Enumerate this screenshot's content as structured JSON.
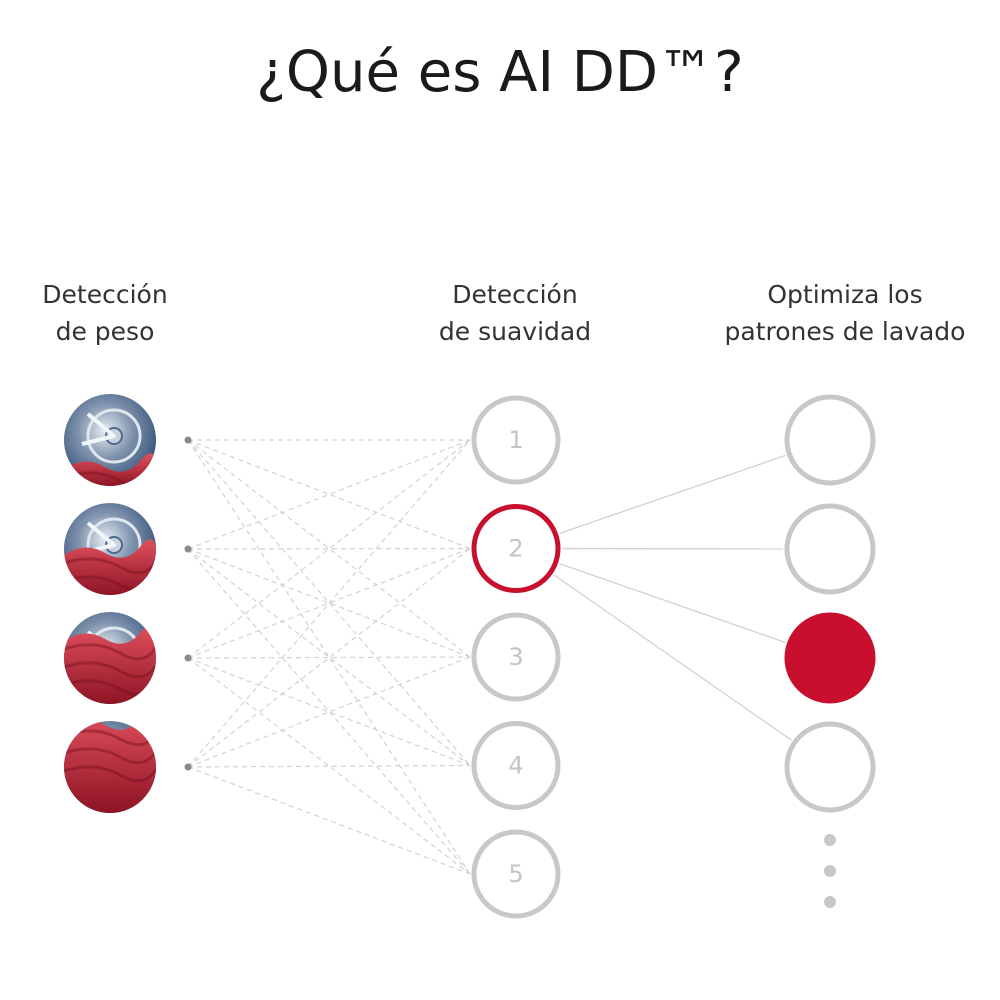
{
  "title": "¿Qué es AI DD™?",
  "columns": {
    "weight": {
      "line1": "Detección",
      "line2": "de peso"
    },
    "softness": {
      "line1": "Detección",
      "line2": "de suavidad"
    },
    "optimize": {
      "line1": "Optimiza los",
      "line2": "patrones de lavado"
    }
  },
  "weight_levels": [
    {
      "fill_level": 0.25
    },
    {
      "fill_level": 0.5
    },
    {
      "fill_level": 0.75
    },
    {
      "fill_level": 1.0
    }
  ],
  "softness_nodes": [
    {
      "label": "1",
      "selected": false
    },
    {
      "label": "2",
      "selected": true
    },
    {
      "label": "3",
      "selected": false
    },
    {
      "label": "4",
      "selected": false
    },
    {
      "label": "5",
      "selected": false
    }
  ],
  "pattern_nodes": [
    {
      "selected": false
    },
    {
      "selected": false
    },
    {
      "selected": true
    },
    {
      "selected": false
    }
  ],
  "colors": {
    "accent": "#c8102e",
    "node_ring": "#c8c8c8",
    "line": "#d2d2d2",
    "drum_blue": "#2c4a73",
    "fabric_red": "#c62a3a"
  },
  "icons": [
    "drum-load-icon",
    "ellipsis-icon"
  ]
}
